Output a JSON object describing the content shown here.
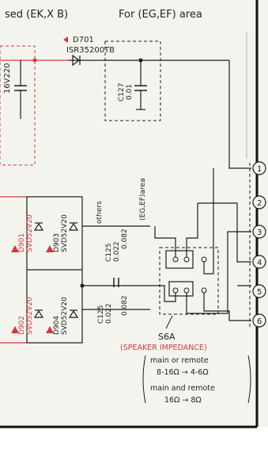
{
  "header": {
    "left_note": "sed (EK,X B)",
    "right_note": "For (EG,EF) area"
  },
  "d701": {
    "ref": "D701",
    "part": "ISR35200TB"
  },
  "c127": {
    "ref": "C127",
    "value": "0.01"
  },
  "left_cap": {
    "value": "16V220"
  },
  "diodes": {
    "d901": {
      "ref": "D901",
      "part": "SVD52V20"
    },
    "d903": {
      "ref": "D903",
      "part": "SVD52V20"
    },
    "d902": {
      "ref": "D902",
      "part": "SVD52V20"
    },
    "d904": {
      "ref": "D904",
      "part": "SVD52V20"
    }
  },
  "caps": {
    "others_label": "others",
    "area_label": "(EG,EF)area",
    "c125_top_ref": "C125",
    "c125_top_val": "0.022",
    "c125_top_alt": "0.082",
    "c125_bot_ref": "C125",
    "c125_bot_val": "0.022",
    "c125_bot_alt": "0.082"
  },
  "switch": {
    "ref": "S6A",
    "title": "(SPEAKER IMPEDANCE)",
    "line1": "main or remote",
    "line2": "8-16Ω → 4-6Ω",
    "line3": "main and remote",
    "line4": "16Ω → 8Ω"
  },
  "terminals": [
    "1",
    "2",
    "3",
    "4",
    "5",
    "6"
  ],
  "colors": {
    "line": "#1c1c1c",
    "red": "#d33a3a",
    "background": "#f4f4ef"
  }
}
